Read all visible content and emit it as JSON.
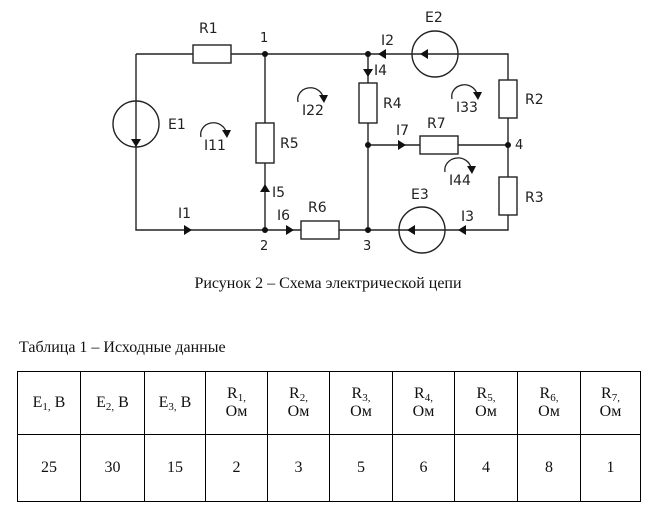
{
  "circuit": {
    "sources": [
      {
        "id": "E1",
        "label": "E1"
      },
      {
        "id": "E2",
        "label": "E2"
      },
      {
        "id": "E3",
        "label": "E3"
      }
    ],
    "resistors": [
      {
        "id": "R1",
        "label": "R1"
      },
      {
        "id": "R2",
        "label": "R2"
      },
      {
        "id": "R3",
        "label": "R3"
      },
      {
        "id": "R4",
        "label": "R4"
      },
      {
        "id": "R5",
        "label": "R5"
      },
      {
        "id": "R6",
        "label": "R6"
      },
      {
        "id": "R7",
        "label": "R7"
      }
    ],
    "nodes": [
      "1",
      "2",
      "3",
      "4"
    ],
    "branch_currents": [
      "I1",
      "I2",
      "I3",
      "I4",
      "I5",
      "I6",
      "I7"
    ],
    "loop_currents": [
      "I11",
      "I22",
      "I33",
      "I44"
    ]
  },
  "caption": "Рисунок 2 – Схема электрической цепи",
  "table": {
    "title": "Таблица 1 – Исходные данные",
    "columns": [
      {
        "symbol": "E",
        "sub": "1,",
        "unit": "В"
      },
      {
        "symbol": "E",
        "sub": "2,",
        "unit": "В"
      },
      {
        "symbol": "E",
        "sub": "3,",
        "unit": "В"
      },
      {
        "symbol": "R",
        "sub": "1,",
        "unit": "Ом"
      },
      {
        "symbol": "R",
        "sub": "2,",
        "unit": "Ом"
      },
      {
        "symbol": "R",
        "sub": "3,",
        "unit": "Ом"
      },
      {
        "symbol": "R",
        "sub": "4,",
        "unit": "Ом"
      },
      {
        "symbol": "R",
        "sub": "5,",
        "unit": "Ом"
      },
      {
        "symbol": "R",
        "sub": "6,",
        "unit": "Ом"
      },
      {
        "symbol": "R",
        "sub": "7,",
        "unit": "Ом"
      }
    ],
    "values": [
      "25",
      "30",
      "15",
      "2",
      "3",
      "5",
      "6",
      "4",
      "8",
      "1"
    ]
  }
}
